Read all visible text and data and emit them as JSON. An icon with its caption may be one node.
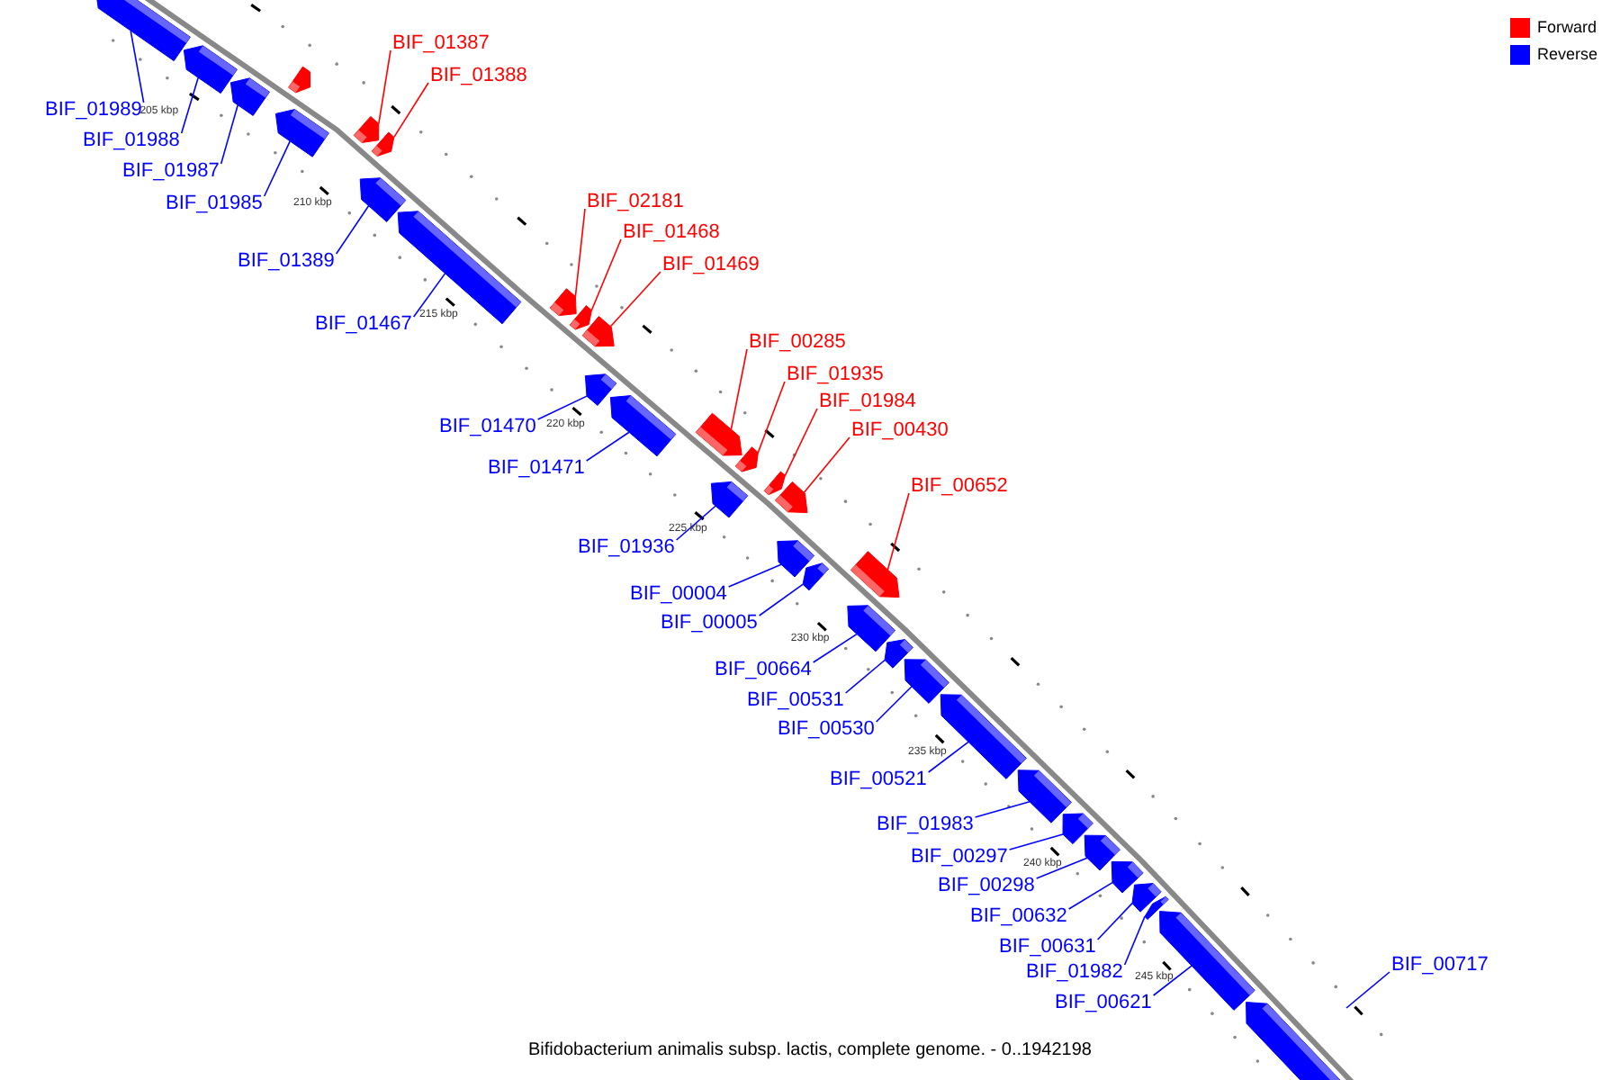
{
  "diagram": {
    "caption": "Bifidobacterium animalis subsp. lactis, complete genome. - 0..1942198",
    "nodes": [
      {
        "text": [],
        "shape": "box"
      },
      {
        "text": [],
        "shape": "box"
      },
      {
        "text": [],
        "shape": "box"
      },
      {
        "text": [],
        "shape": "box"
      },
      {
        "text": [],
        "shape": "box"
      },
      {
        "text": [],
        "shape": "box"
      },
      {
        "text": [],
        "shape": "box"
      },
      {
        "text": [],
        "shape": "box"
      },
      {
        "text": [],
        "shape": "box"
      },
      {
        "text": [],
        "shape": "box"
      },
      {
        "text": [],
        "shape": "box"
      },
      {
        "text": [],
        "shape": "box"
      },
      {
        "text": [],
        "shape": "box"
      },
      {
        "text": [],
        "shape": "box"
      },
      {
        "text": [],
        "shape": "box"
      },
      {
        "text": [],
        "shape": "box"
      },
      {
        "text": [],
        "shape": "box"
      },
      {
        "text": [],
        "shape": "box"
      },
      {
        "text": [],
        "shape": "box"
      },
      {
        "text": [],
        "shape": "box"
      },
      {
        "text": [],
        "shape": "box"
      },
      {
        "text": [],
        "shape": "box"
      },
      {
        "text": [],
        "shape": "box"
      },
      {
        "text": [],
        "shape": "box"
      },
      {
        "text": [],
        "shape": "box"
      },
      {
        "text": [],
        "shape": "box"
      },
      {
        "text": [],
        "shape": "box"
      },
      {
        "text": [],
        "shape": "box"
      },
      {
        "text": [],
        "shape": "box"
      },
      {
        "text": [],
        "shape": "box"
      },
      {
        "text": [],
        "shape": "box"
      },
      {
        "text": [],
        "shape": "box"
      },
      {
        "text": [],
        "shape": "box"
      },
      {
        "text": [],
        "shape": "box"
      },
      {
        "text": [
          "BIF_01989"
        ]
      },
      {
        "text": [
          "BIF_01988"
        ]
      },
      {
        "text": [
          "BIF_01987"
        ]
      },
      {
        "text": [
          "BIF_01985"
        ]
      },
      {
        "text": [
          "BIF_01387"
        ]
      },
      {
        "text": [
          "BIF_01388"
        ]
      },
      {
        "text": [
          "BIF_01389"
        ]
      },
      {
        "text": [
          "BIF_01467"
        ]
      },
      {
        "text": [
          "BIF_02181"
        ]
      },
      {
        "text": [
          "BIF_01468"
        ]
      },
      {
        "text": [
          "BIF_01469"
        ]
      },
      {
        "text": [
          "BIF_01470"
        ]
      },
      {
        "text": [
          "BIF_01471"
        ]
      },
      {
        "text": [
          "BIF_00285"
        ]
      },
      {
        "text": [
          "BIF_01935"
        ]
      },
      {
        "text": [
          "BIF_01936"
        ]
      },
      {
        "text": [
          "BIF_01984"
        ]
      },
      {
        "text": [
          "BIF_00430"
        ]
      },
      {
        "text": [
          "BIF_00004"
        ]
      },
      {
        "text": [
          "BIF_00005"
        ]
      },
      {
        "text": [
          "BIF_00652"
        ]
      },
      {
        "text": [
          "BIF_00664"
        ]
      },
      {
        "text": [
          "BIF_00531"
        ]
      },
      {
        "text": [
          "BIF_00530"
        ]
      },
      {
        "text": [
          "BIF_00521"
        ]
      },
      {
        "text": [
          "BIF_01983"
        ]
      },
      {
        "text": [
          "BIF_00297"
        ]
      },
      {
        "text": [
          "BIF_00298"
        ]
      },
      {
        "text": [
          "BIF_00632"
        ]
      },
      {
        "text": [
          "BIF_00631"
        ]
      },
      {
        "text": [
          "BIF_01982"
        ]
      },
      {
        "text": [
          "BIF_00621"
        ]
      },
      {
        "text": [
          "BIF_00717"
        ]
      }
    ],
    "edges": [
      {
        "from": 34,
        "to": 0,
        "arrow": "none"
      },
      {
        "from": 35,
        "to": 1,
        "arrow": "none"
      },
      {
        "from": 36,
        "to": 2,
        "arrow": "none"
      },
      {
        "from": 37,
        "to": 4,
        "arrow": "none"
      },
      {
        "from": 38,
        "to": 5,
        "arrow": "none",
        "color": "#ff0000"
      },
      {
        "from": 39,
        "to": 6,
        "arrow": "none",
        "color": "#ff0000"
      },
      {
        "from": 40,
        "to": 7,
        "arrow": "none"
      },
      {
        "from": 41,
        "to": 8,
        "arrow": "none"
      },
      {
        "from": 42,
        "to": 9,
        "arrow": "none",
        "color": "#ff0000"
      },
      {
        "from": 43,
        "to": 10,
        "arrow": "none",
        "color": "#ff0000"
      },
      {
        "from": 44,
        "to": 11,
        "arrow": "none",
        "color": "#ff0000"
      },
      {
        "from": 45,
        "to": 12,
        "arrow": "none"
      },
      {
        "from": 46,
        "to": 13,
        "arrow": "none"
      },
      {
        "from": 47,
        "to": 14,
        "arrow": "none",
        "color": "#ff0000"
      },
      {
        "from": 48,
        "to": 15,
        "arrow": "none",
        "color": "#ff0000"
      },
      {
        "from": 49,
        "to": 16,
        "arrow": "none"
      },
      {
        "from": 50,
        "to": 17,
        "arrow": "none",
        "color": "#ff0000"
      },
      {
        "from": 51,
        "to": 18,
        "arrow": "none",
        "color": "#ff0000"
      },
      {
        "from": 52,
        "to": 19,
        "arrow": "none"
      },
      {
        "from": 53,
        "to": 20,
        "arrow": "none"
      },
      {
        "from": 54,
        "to": 21,
        "arrow": "none",
        "color": "#ff0000"
      },
      {
        "from": 55,
        "to": 22,
        "arrow": "none"
      },
      {
        "from": 56,
        "to": 23,
        "arrow": "none"
      },
      {
        "from": 57,
        "to": 24,
        "arrow": "none"
      },
      {
        "from": 58,
        "to": 25,
        "arrow": "none"
      },
      {
        "from": 59,
        "to": 26,
        "arrow": "none"
      },
      {
        "from": 60,
        "to": 27,
        "arrow": "none"
      },
      {
        "from": 61,
        "to": 28,
        "arrow": "none"
      },
      {
        "from": 62,
        "to": 29,
        "arrow": "none"
      },
      {
        "from": 63,
        "to": 30,
        "arrow": "none"
      },
      {
        "from": 64,
        "to": 31,
        "arrow": "none"
      },
      {
        "from": 65,
        "to": 32,
        "arrow": "none"
      },
      {
        "from": 66,
        "to": null,
        "arrow": "none"
      }
    ],
    "labels": [
      "205 kbp",
      "210 kbp",
      "215 kbp",
      "220 kbp",
      "225 kbp",
      "230 kbp",
      "235 kbp",
      "240 kbp",
      "245 kbp"
    ],
    "legend": [
      {
        "text": "Forward",
        "color": "#ff0000"
      },
      {
        "text": "Reverse",
        "color": "#0000ff"
      }
    ]
  }
}
